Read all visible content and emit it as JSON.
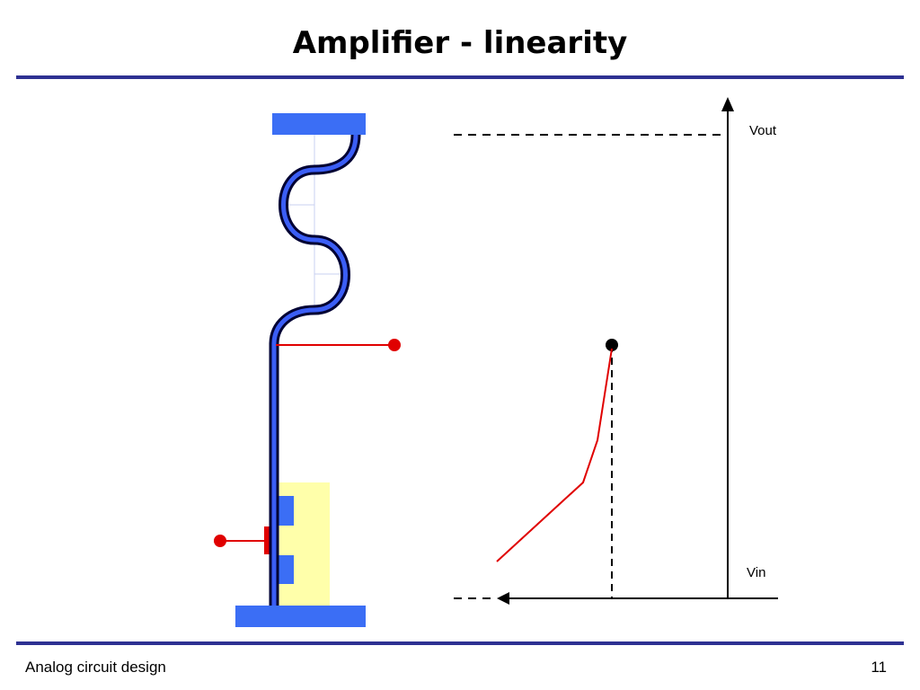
{
  "slide": {
    "title": "Amplifier - linearity",
    "footer_left": "Analog circuit design",
    "page_number": "11"
  },
  "graph": {
    "y_axis_label": "Vout",
    "x_axis_label": "Vin"
  },
  "colors": {
    "rule": "#2e3192",
    "rail": "#3b6ef5",
    "wire": "#0000cc",
    "signal": "#e00000",
    "substrate": "#ffffaa"
  }
}
